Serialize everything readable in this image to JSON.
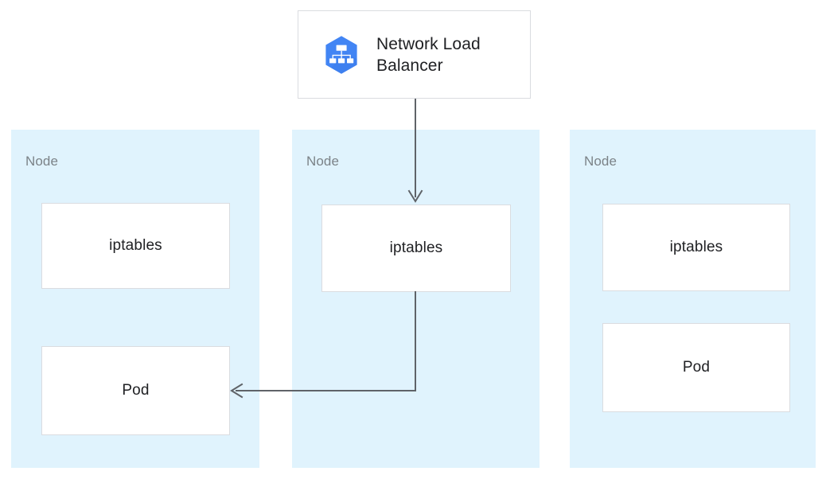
{
  "diagram": {
    "title_node": {
      "label": "Network Load Balancer",
      "icon": "network-load-balancer-icon"
    },
    "colors": {
      "node_panel_bg": "#e0f3fd",
      "box_bg": "#ffffff",
      "box_border": "#dadce0",
      "node_label_text": "#7b8287",
      "box_text": "#202124",
      "connector": "#5f6368",
      "icon_hex": "#4285f4",
      "icon_glyph": "#ffffff"
    },
    "nodes": [
      {
        "label": "Node",
        "boxes": [
          {
            "label": "iptables"
          },
          {
            "label": "Pod"
          }
        ]
      },
      {
        "label": "Node",
        "boxes": [
          {
            "label": "iptables"
          }
        ]
      },
      {
        "label": "Node",
        "boxes": [
          {
            "label": "iptables"
          },
          {
            "label": "Pod"
          }
        ]
      }
    ],
    "connectors": [
      {
        "name": "lb-to-middle-iptables",
        "from": "Network Load Balancer",
        "to": "Node 2 iptables",
        "style": "straight-down-arrow"
      },
      {
        "name": "middle-iptables-to-left-pod",
        "from": "Node 2 iptables",
        "to": "Node 1 Pod",
        "style": "elbow-left-arrow"
      }
    ]
  }
}
